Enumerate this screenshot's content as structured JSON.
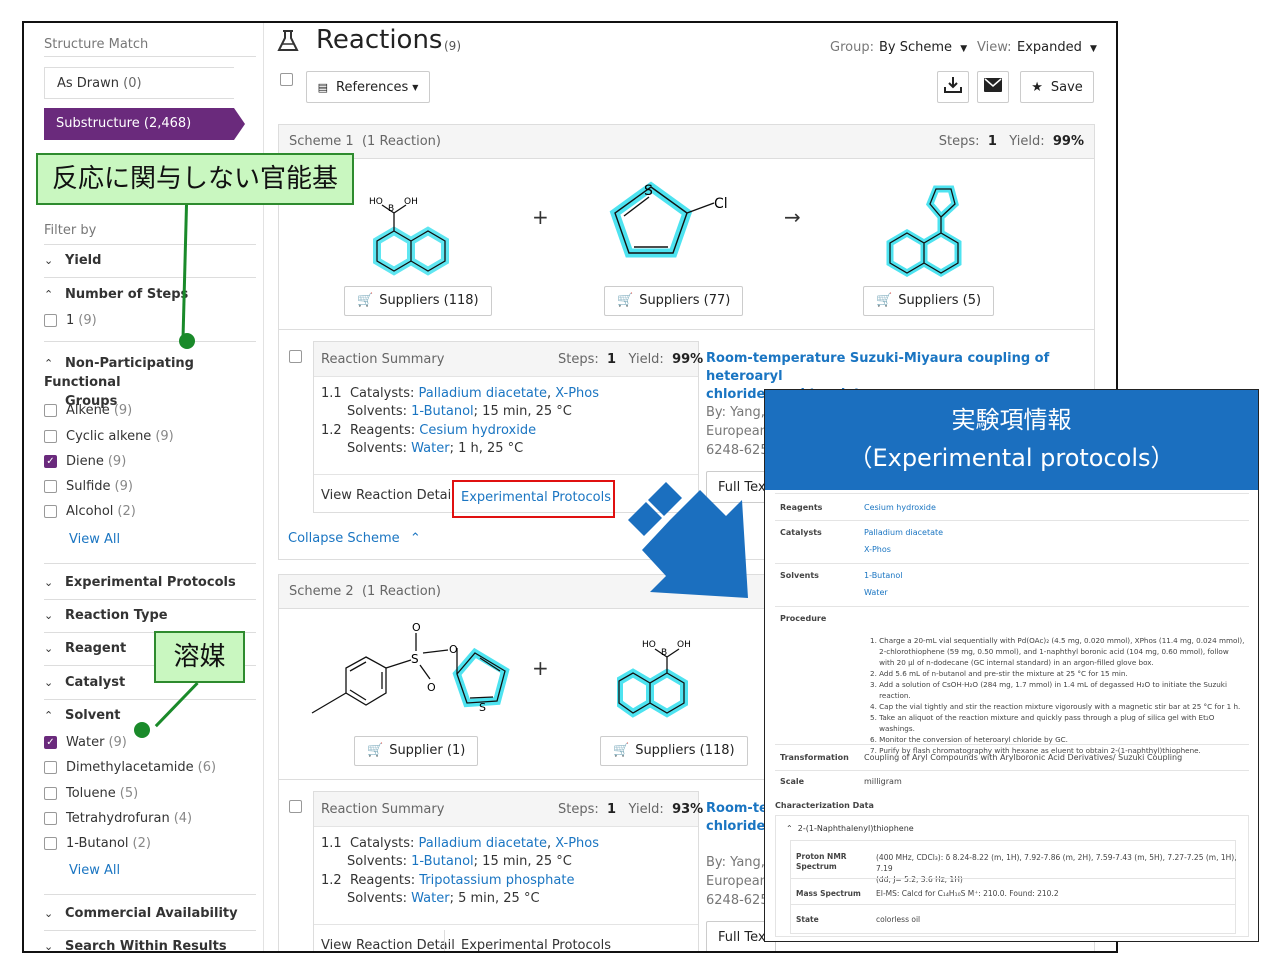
{
  "sidebar": {
    "structure_match_label": "Structure Match",
    "as_drawn": {
      "label": "As Drawn",
      "count": "(0)"
    },
    "substructure": {
      "label": "Substructure",
      "count": "(2,468)"
    },
    "filter_by": "Filter by",
    "yield": "Yield",
    "number_of_steps": "Number of Steps",
    "steps_options": [
      {
        "label": "1",
        "count": "(9)",
        "checked": false
      }
    ],
    "npfg_line1": "Non-Participating Functional",
    "npfg_line2": "Groups",
    "npfg_options": [
      {
        "label": "Alkene",
        "count": "(9)",
        "checked": false
      },
      {
        "label": "Cyclic alkene",
        "count": "(9)",
        "checked": false
      },
      {
        "label": "Diene",
        "count": "(9)",
        "checked": true
      },
      {
        "label": "Sulfide",
        "count": "(9)",
        "checked": false
      },
      {
        "label": "Alcohol",
        "count": "(2)",
        "checked": false
      }
    ],
    "view_all": "View All",
    "experimental_protocols": "Experimental Protocols",
    "reaction_type": "Reaction Type",
    "reagent": "Reagent",
    "catalyst": "Catalyst",
    "solvent": "Solvent",
    "solvent_options": [
      {
        "label": "Water",
        "count": "(9)",
        "checked": true
      },
      {
        "label": "Dimethylacetamide",
        "count": "(6)",
        "checked": false
      },
      {
        "label": "Toluene",
        "count": "(5)",
        "checked": false
      },
      {
        "label": "Tetrahydrofuran",
        "count": "(4)",
        "checked": false
      },
      {
        "label": "1-Butanol",
        "count": "(2)",
        "checked": false
      }
    ],
    "commercial_availability": "Commercial Availability",
    "search_within_results": "Search Within Results"
  },
  "header": {
    "title": "Reactions",
    "count": "(9)",
    "group_label": "Group:",
    "group_value": "By Scheme",
    "view_label": "View:",
    "view_value": "Expanded",
    "references": "References",
    "save": "Save"
  },
  "scheme1": {
    "title": "Scheme 1",
    "reactions": "(1 Reaction)",
    "steps_label": "Steps:",
    "steps": "1",
    "yield_label": "Yield:",
    "yield": "99%",
    "suppliers": [
      "Suppliers (118)",
      "Suppliers (77)",
      "Suppliers (5)"
    ],
    "plus": "+",
    "arrow": "→",
    "summary": {
      "title": "Reaction Summary",
      "steps_label": "Steps:",
      "steps": "1",
      "yield_label": "Yield:",
      "yield": "99%",
      "l1_num": "1.1",
      "l1_label": "Catalysts:",
      "l1_a": "Palladium diacetate",
      "l1_b": "X-Phos",
      "l2_label": "Solvents:",
      "l2_a": "1-Butanol",
      "l2_rest": "; 15 min, 25 °C",
      "l3_num": "1.2",
      "l3_label": "Reagents:",
      "l3_a": "Cesium hydroxide",
      "l4_label": "Solvents:",
      "l4_a": "Water",
      "l4_rest": "; 1 h, 25 °C",
      "view_detail": "View Reaction Detail",
      "exp_protocols": "Experimental Protocols"
    },
    "ref_title_1": "Room-temperature Suzuki-Miyaura coupling of heteroaryl",
    "ref_title_2": "chlorides and tosylates",
    "ref_by": "By: Yang, J",
    "ref_journal": "European",
    "ref_pages": "6248-625",
    "full_text": "Full Tex",
    "collapse": "Collapse Scheme"
  },
  "scheme2": {
    "title": "Scheme 2",
    "reactions": "(1 Reaction)",
    "suppliers": [
      "Supplier (1)",
      "Suppliers (118)"
    ],
    "plus": "+",
    "summary": {
      "title": "Reaction Summary",
      "steps_label": "Steps:",
      "steps": "1",
      "yield_label": "Yield:",
      "yield": "93%",
      "l1_num": "1.1",
      "l1_label": "Catalysts:",
      "l1_a": "Palladium diacetate",
      "l1_b": "X-Phos",
      "l2_label": "Solvents:",
      "l2_a": "1-Butanol",
      "l2_rest": "; 15 min, 25 °C",
      "l3_num": "1.2",
      "l3_label": "Reagents:",
      "l3_a": "Tripotassium phosphate",
      "l4_label": "Solvents:",
      "l4_a": "Water",
      "l4_rest": "; 5 min, 25 °C",
      "view_detail": "View Reaction Detail",
      "exp_protocols": "Experimental Protocols"
    },
    "ref_title_1": "Room-ter",
    "ref_title_2": "chlorides",
    "ref_by": "By: Yang, J",
    "ref_journal": "European",
    "ref_pages": "6248-625",
    "full_text": "Full Tex"
  },
  "callouts": {
    "npfg": "反応に関与しない官能基",
    "solvent": "溶媒"
  },
  "popup": {
    "title_line1": "実験項情報",
    "title_line2": "（Experimental protocols）",
    "reagents_label": "Reagents",
    "reagents": "Cesium hydroxide",
    "catalysts_label": "Catalysts",
    "catalysts": [
      "Palladium diacetate",
      "X-Phos"
    ],
    "solvents_label": "Solvents",
    "solvents": [
      "1-Butanol",
      "Water"
    ],
    "procedure_label": "Procedure",
    "procedure": [
      "1. Charge a 20-mL vial sequentially with Pd(OAc)₂ (4.5 mg, 0.020 mmol), XPhos (11.4 mg, 0.024 mmol),",
      "    2-chlorothiophene (59 mg, 0.50 mmol), and 1-naphthyl boronic acid (104 mg, 0.60 mmol), follow",
      "    with 20 µl of n-dodecane (GC internal standard) in an argon-filled glove box.",
      "2. Add 5.6 mL of n-butanol and pre-stir the mixture at 25 °C for 15 min.",
      "3. Add a solution of CsOH·H₂O (284 mg, 1.7 mmol) in 1.4 mL of degassed H₂O to initiate the Suzuki",
      "    reaction.",
      "4. Cap the vial tightly and stir the reaction mixture vigorously with a magnetic stir bar at 25 °C for 1 h.",
      "5. Take an aliquot of the reaction mixture and quickly pass through a plug of silica gel with Et₂O",
      "    washings.",
      "6. Monitor the conversion of heteroaryl chloride by GC.",
      "7. Purify by flash chromatography with hexane as eluent to obtain 2-(1-naphthyl)thiophene."
    ],
    "transformation_label": "Transformation",
    "transformation": "Coupling of Aryl Compounds with Arylboronic Acid Derivatives/ Suzuki Coupling",
    "scale_label": "Scale",
    "scale": "milligram",
    "char_label": "Characterization Data",
    "compound": "2-(1-Naphthalenyl)thiophene",
    "nmr_label_1": "Proton NMR",
    "nmr_label_2": "Spectrum",
    "nmr_1": "(400 MHz, CDCl₃): δ 8.24-8.22 (m, 1H), 7.92-7.86 (m, 2H), 7.59-7.43 (m, 5H), 7.27-7.25 (m, 1H), 7.19",
    "nmr_2": "(dd, J= 5.2, 3.6 Hz, 1H)",
    "ms_label": "Mass Spectrum",
    "ms": "EI-MS: Calcd for C₁₄H₁₀S M⁺: 210.0. Found: 210.2",
    "state_label": "State",
    "state": "colorless oil"
  },
  "colors": {
    "accent": "#6a2a7c",
    "link": "#1a75c2",
    "highlight": "#4ee3f0",
    "popup_header": "#1b6fbf",
    "callout_bg": "#c9f7c0",
    "arrow": "#1b6fbf"
  }
}
